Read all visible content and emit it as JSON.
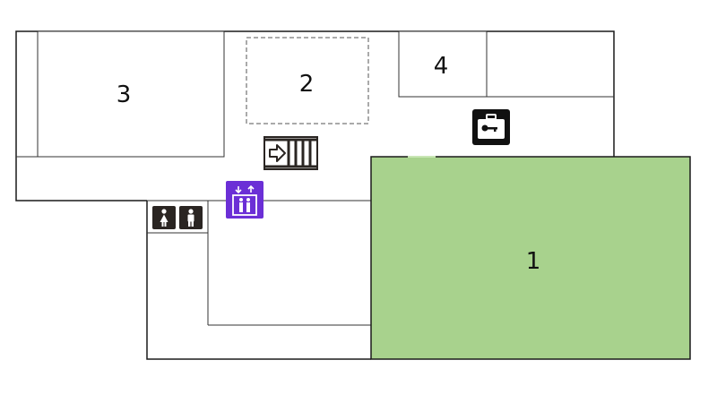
{
  "floor_map": {
    "rooms": [
      {
        "id": "room-1",
        "label": "1",
        "highlighted": true
      },
      {
        "id": "room-2",
        "label": "2",
        "highlighted": false
      },
      {
        "id": "room-3",
        "label": "3",
        "highlighted": false
      },
      {
        "id": "room-4",
        "label": "4",
        "highlighted": false
      }
    ],
    "icons": [
      "staircase-icon",
      "elevator-icon",
      "locker-icon",
      "female-restroom-icon",
      "male-restroom-icon"
    ]
  },
  "colors": {
    "wall": "#1a1a1a",
    "highlight_fill": "#a8d28d",
    "elevator": "#6b2fd6",
    "icon_dark": "#2a2522"
  }
}
